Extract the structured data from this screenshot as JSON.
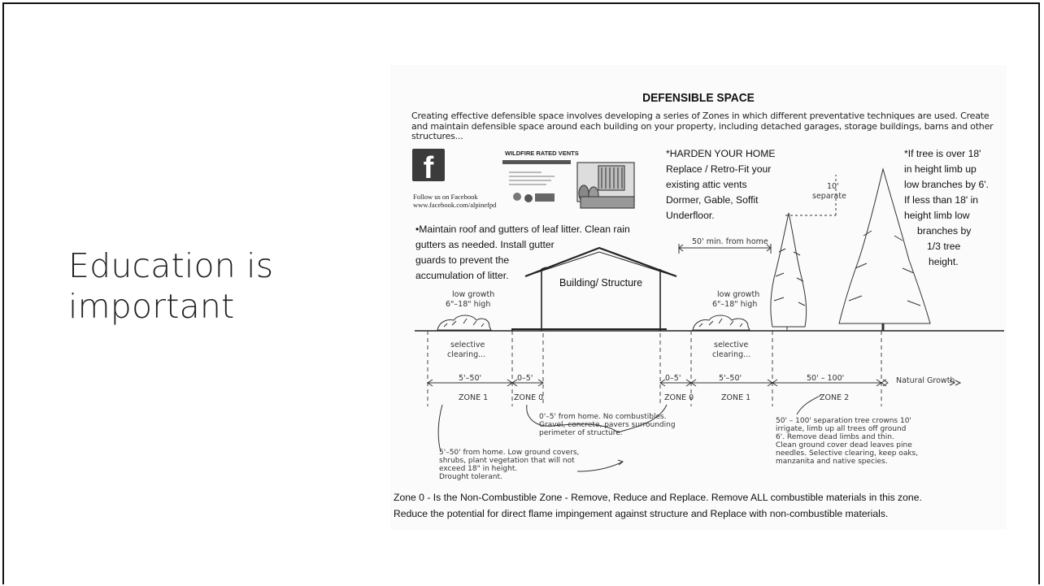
{
  "slide": {
    "title": "Education is important"
  },
  "document": {
    "title": "DEFENSIBLE SPACE",
    "intro": "Creating effective defensible space involves developing a series of Zones in which different preventative techniques are used. Create and maintain defensible space around each building on your property, including detached garages, storage buildings, barns and other structures...",
    "facebook": {
      "logo_letter": "f",
      "line1": "Follow us on Facebook",
      "line2": "www.facebook.com/alpinefpd"
    },
    "vents_flyer": {
      "title": "WILDFIRE RATED VENTS"
    },
    "harden": {
      "line1": "*HARDEN YOUR HOME",
      "line2": "Replace / Retro-Fit your",
      "line3": "existing attic vents",
      "line4": "Dormer, Gable, Soffit",
      "line5": "Underfloor."
    },
    "tree_note": {
      "line1": "*If tree is over 18'",
      "line2": "in height limb up",
      "line3": "low branches by 6'.",
      "line4": "If less than 18' in",
      "line5": "height limb low",
      "line6": "branches by",
      "line7": "1/3 tree",
      "line8": "height."
    },
    "maintain": {
      "line1": "•Maintain roof and gutters of leaf litter. Clean rain",
      "line2": "gutters as needed. Install gutter",
      "line3": "guards to prevent the",
      "line4": "accumulation of litter."
    },
    "building_label": "Building/ Structure",
    "low_growth_left": {
      "line1": "low growth",
      "line2": "6\"–18\" high"
    },
    "low_growth_right": {
      "line1": "low growth",
      "line2": "6\"–18\" high"
    },
    "separate": {
      "line1": "10'",
      "line2": "separate"
    },
    "min_from_home": "50' min. from home",
    "selective_left": {
      "line1": "selective",
      "line2": "clearing..."
    },
    "selective_right": {
      "line1": "selective",
      "line2": "clearing..."
    },
    "dims": {
      "d1": "5'–50'",
      "d2": "0–5'",
      "d3": "0–5'",
      "d4": "5'–50'",
      "d5": "50' – 100'",
      "d6": "Natural Growth"
    },
    "zones": {
      "z1a": "ZONE 1",
      "z0a": "ZONE 0",
      "z0b": "ZONE 0",
      "z1b": "ZONE 1",
      "z2": "ZONE 2"
    },
    "zone0_note": {
      "line1": "0'–5' from home. No combustibles.",
      "line2": "Gravel, concrete, pavers surrounding",
      "line3": "perimeter of structure."
    },
    "zone1_note": {
      "line1": "5'–50' from home. Low ground covers,",
      "line2": "shrubs, plant vegetation that will not",
      "line3": "exceed 18\" in height.",
      "line4": "Drought tolerant."
    },
    "zone2_note": {
      "line1": "50' – 100' separation tree crowns 10'",
      "line2": "irrigate, limb up all trees off ground",
      "line3": "6'. Remove dead limbs and thin.",
      "line4": "Clean ground cover dead leaves pine",
      "line5": "needles. Selective clearing, keep oaks,",
      "line6": "manzanita and native species."
    },
    "zone0_footer": {
      "line1": "Zone 0 - Is the Non-Combustible Zone - Remove, Reduce and Replace. Remove ALL combustible materials in this zone.",
      "line2": "Reduce the potential for direct flame impingement against structure and Replace with non-combustible materials."
    }
  }
}
